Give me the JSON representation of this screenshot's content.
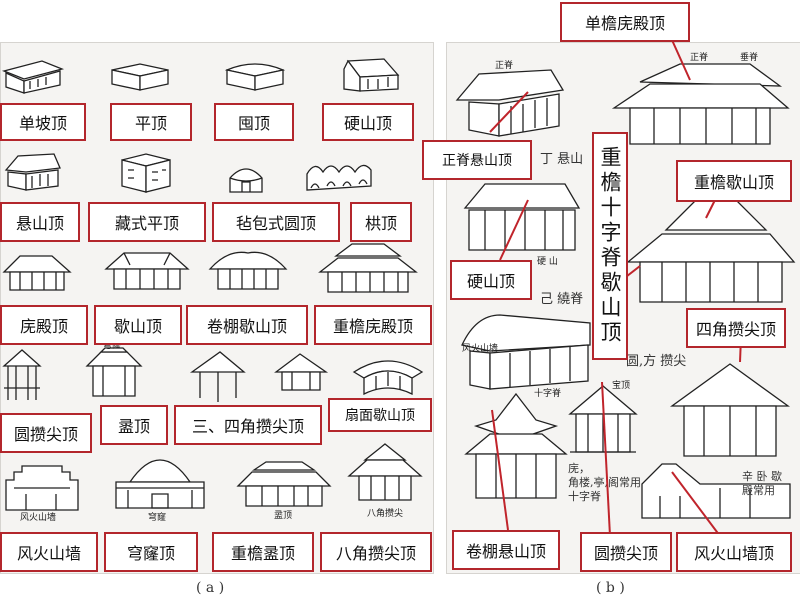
{
  "panel_a": {
    "labels": {
      "single_slope": "单坡顶",
      "flat": "平顶",
      "encircled": "囤顶",
      "hard_gable": "硬山顶",
      "overhanging_gable": "悬山顶",
      "tibetan_flat": "藏式平顶",
      "felt_round": "毡包式圆顶",
      "vault": "栱顶",
      "hip": "庑殿顶",
      "hip_gable": "歇山顶",
      "rolled_hip_gable": "卷棚歇山顶",
      "double_eave_hip": "重檐庑殿顶",
      "round_pyramid": "圆攒尖顶",
      "truncated": "盝顶",
      "three_four_pyramid": "三、四角攒尖顶",
      "fan_hip_gable": "扇面歇山顶",
      "firewall": "风火山墙",
      "dome": "穹窿顶",
      "double_eave_truncated": "重檐盝顶",
      "octagonal_pyramid": "八角攒尖顶"
    },
    "caption": "( a )"
  },
  "panel_b": {
    "labels": {
      "double_eave_hip": "单檐庑殿顶",
      "ridge_overhanging": "正脊悬山顶",
      "cross_ridge_hip_gable": "重檐十字脊歇山顶",
      "double_eave_hip_gable": "重檐歇山顶",
      "hard_gable": "硬山顶",
      "four_corner_pyramid": "四角攒尖顶",
      "rolled_overhanging": "卷棚悬山顶",
      "round_pyramid": "圆攒尖顶",
      "firewall_gable": "风火山墙顶"
    },
    "caption": "( b )"
  },
  "sketch_notes": {
    "ridge": "正脊",
    "ridge2": "正脊",
    "chuiji": "垂脊",
    "chuiji2": "垂脊",
    "ding": "丁 悬山",
    "yingshan": "硬 山",
    "a_ziji": "己 繞脊",
    "round_square": "圆,方 攒尖",
    "fenghuo": "风火山墙",
    "baoding": "宝顶",
    "cross_ridge": "十字脊",
    "note_b": "庑，\n角楼,亭,阁常用\n十字脊",
    "note_c": "辛 卧 歇\n殿常用"
  }
}
